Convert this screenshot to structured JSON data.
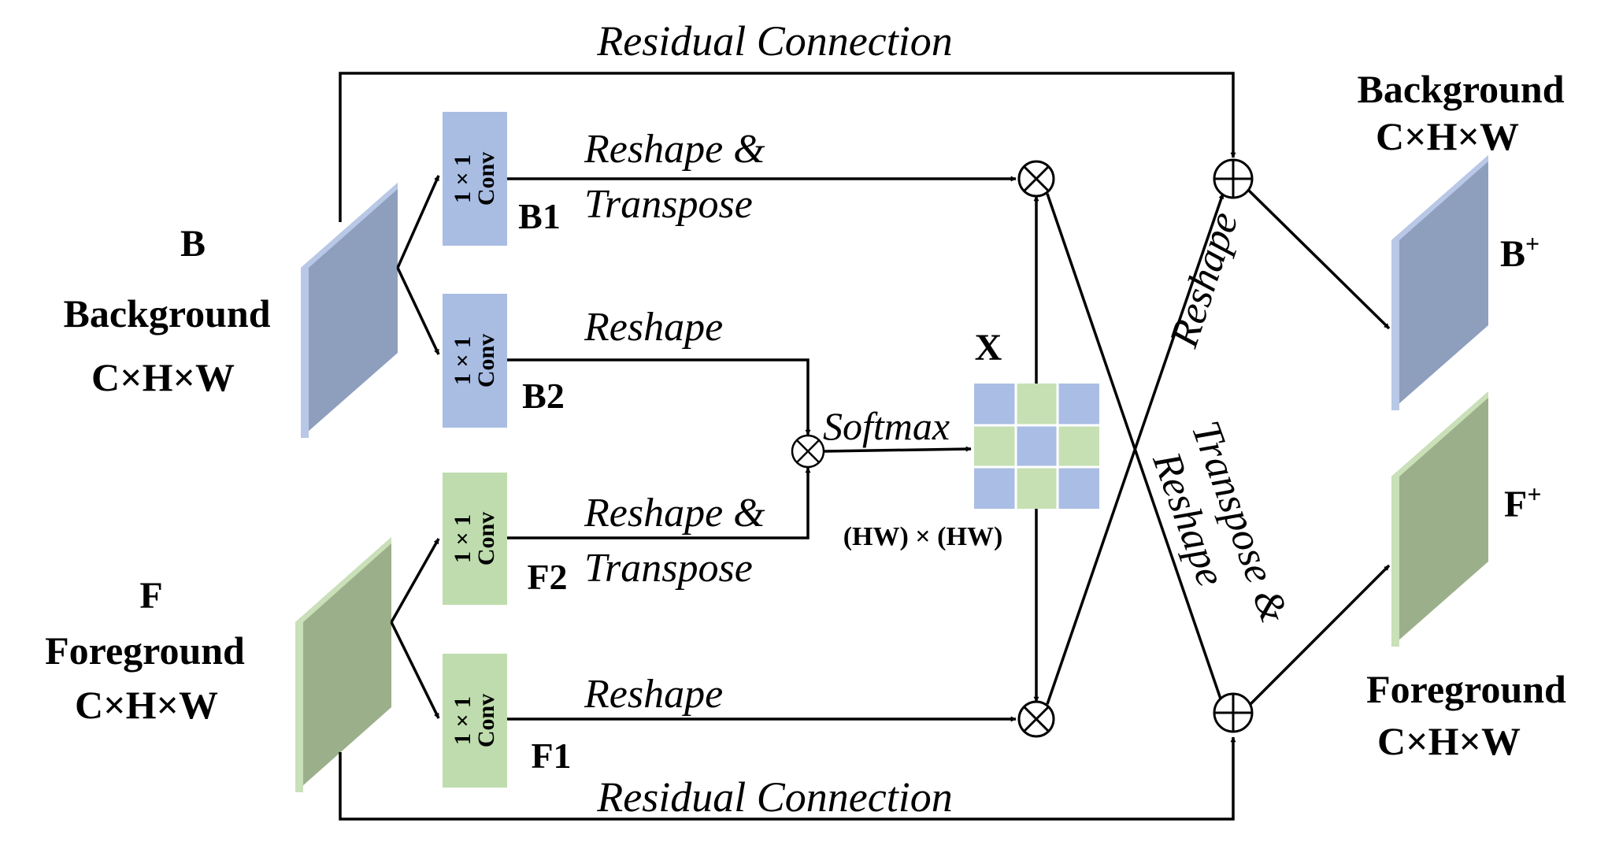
{
  "labels": {
    "residual_top": "Residual Connection",
    "residual_bottom": "Residual Connection",
    "b_letter": "B",
    "b_name": "Background",
    "b_dims": "C×H×W",
    "f_letter": "F",
    "f_name": "Foreground",
    "f_dims": "C×H×W",
    "conv_top": "1 × 1",
    "conv_bottom": "Conv",
    "b1": "B1",
    "b2": "B2",
    "f1": "F1",
    "f2": "F2",
    "reshape_transpose_1": "Reshape &",
    "reshape_transpose_2": "Transpose",
    "reshape": "Reshape",
    "softmax": "Softmax",
    "x_label": "X",
    "x_dims": "(HW) × (HW)",
    "out_b_name": "Background",
    "out_b_dims": "C×H×W",
    "b_plus": "B",
    "f_plus": "F",
    "plus_sup": "+",
    "out_f_name": "Foreground",
    "out_f_dims": "C×H×W",
    "reshape_diag": "Reshape",
    "transpose_diag_1": "Transpose &",
    "transpose_diag_2": "Reshape"
  },
  "colors": {
    "blue_fill": "#8e9fbd",
    "blue_side": "#b8c8e6",
    "blue_conv": "#a9bde3",
    "green_fill": "#9bb08a",
    "green_side": "#c9e0b8",
    "green_conv": "#bfdcae",
    "grid_blue": "#aabde4",
    "grid_green": "#c6e0b4"
  }
}
